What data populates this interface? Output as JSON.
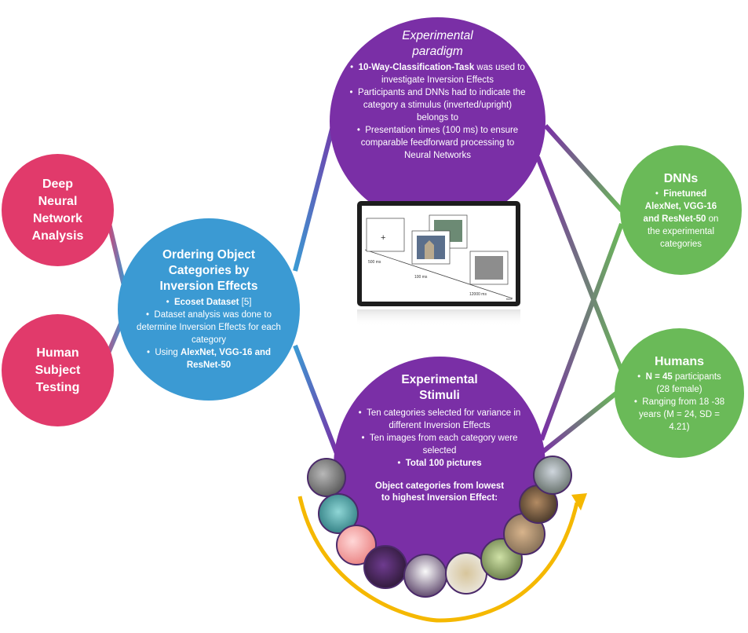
{
  "deep": {
    "title": "Deep Neural Network Analysis"
  },
  "human_testing": {
    "title": "Human Subject Testing"
  },
  "ordering": {
    "title": "Ordering Object Categories by Inversion Effects",
    "b1_bold": "Ecoset Dataset",
    "b1_rest": " [5]",
    "b2": "Dataset analysis was done to determine Inversion Effects for each category",
    "b3_pre": "Using ",
    "b3_bold": "AlexNet, VGG-16 and ResNet-50"
  },
  "paradigm": {
    "title": "Experimental paradigm",
    "b1_bold": "10-Way-Classification-Task",
    "b1_rest": " was used to investigate Inversion Effects",
    "b2": "Participants and DNNs had to indicate the category a stimulus (inverted/upright) belongs to",
    "b3": "Presentation times (100 ms) to ensure comparable feedforward processing to Neural Networks"
  },
  "stimulus_panel": {
    "fix_label": "+",
    "t1": "500 ms",
    "t2": "100 ms",
    "t3": "12000 ms",
    "axis": "time"
  },
  "stimuli": {
    "title": "Experimental Stimuli",
    "b1": "Ten categories selected for variance in different Inversion Effects",
    "b2": "Ten images from each category were selected",
    "b3_bold": "Total 100 pictures",
    "footer": "Object categories from lowest to highest Inversion Effect:"
  },
  "dnns": {
    "title": "DNNs",
    "b1_bold": "Finetuned AlexNet, VGG-16 and ResNet-50",
    "b1_rest": " on the experimental categories"
  },
  "humans": {
    "title": "Humans",
    "b1_bold": "N = 45",
    "b1_rest": " participants (28 female)",
    "b2": "Ranging from 18 -38 years (M = 24, SD = 4.21)"
  },
  "colors": {
    "pink": "#e13a6b",
    "blue": "#3b9ad3",
    "purple": "#7a2fa6",
    "green": "#6aba58",
    "arrow": "#f5b800"
  },
  "category_thumbnails": [
    "gears-image",
    "dolphin-image",
    "tomato-image",
    "onion-image",
    "eggplant-image",
    "broom-image",
    "artichoke-image",
    "otter-image",
    "chess-image",
    "church-image"
  ]
}
